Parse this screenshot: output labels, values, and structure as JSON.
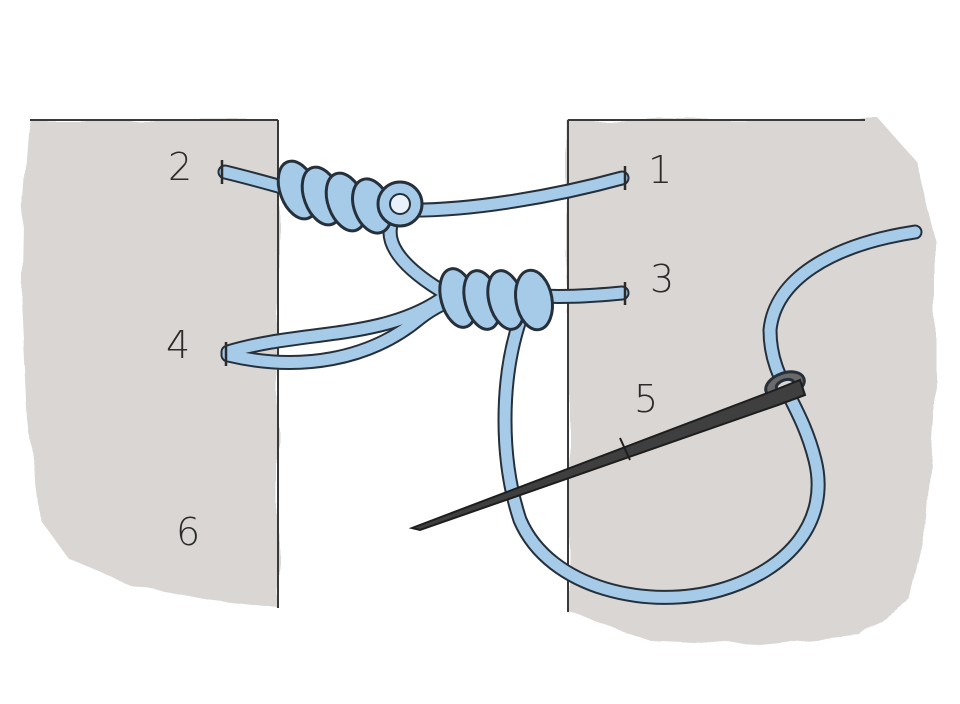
{
  "labels": {
    "n1": "1",
    "n2": "2",
    "n3": "3",
    "n4": "4",
    "n5": "5",
    "n6": "6"
  },
  "colors": {
    "fabric": "#d8d5d2",
    "fabric_shadow": "#c9c6c3",
    "thread": "#9fc6e6",
    "thread_outline": "#2a3440",
    "needle": "#3d3d3d"
  },
  "icons": {
    "needle": "needle-icon"
  }
}
